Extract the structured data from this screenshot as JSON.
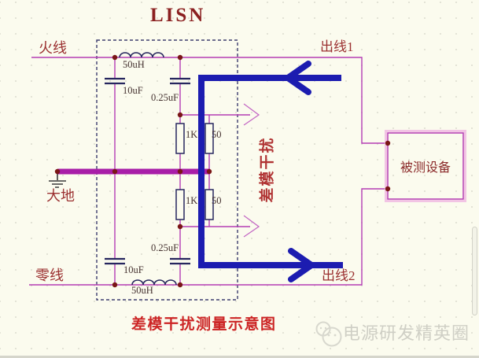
{
  "header": {
    "title": "LISN"
  },
  "diagram": {
    "line_labels": {
      "live": "火线",
      "neutral": "零线",
      "earth": "大地",
      "out1": "出线1",
      "out2": "出线2"
    },
    "dut_label": "被测设备",
    "dm_label": "差模干扰",
    "components": {
      "l_top": "50uH",
      "c_bulk_top": "10uF",
      "c_meas_top": "0.25uF",
      "r1k_top": "1K",
      "r50_top": "50",
      "r1k_bot": "1K",
      "r50_bot": "50",
      "c_meas_bot": "0.25uF",
      "c_bulk_bot": "10uF",
      "l_bot": "50uH"
    }
  },
  "caption": "差模干扰测量示意图",
  "watermark": {
    "text": "电源研发精英圈"
  },
  "colors": {
    "background": "#fbfbee",
    "wire_magenta": "#b43cb4",
    "ground_bus": "#a81ea8",
    "current_blue": "#1c1cb0",
    "component_ink": "#26265e",
    "junction_dot": "#7a1616",
    "dashed_box": "#3c3c6e",
    "label_red": "#9b3030",
    "title_red": "#8b2020",
    "caption_red": "#cc2525",
    "component_text": "#453230",
    "chevron_magenta": "#c468c4",
    "watermark_gray": "#cfcfc5"
  }
}
